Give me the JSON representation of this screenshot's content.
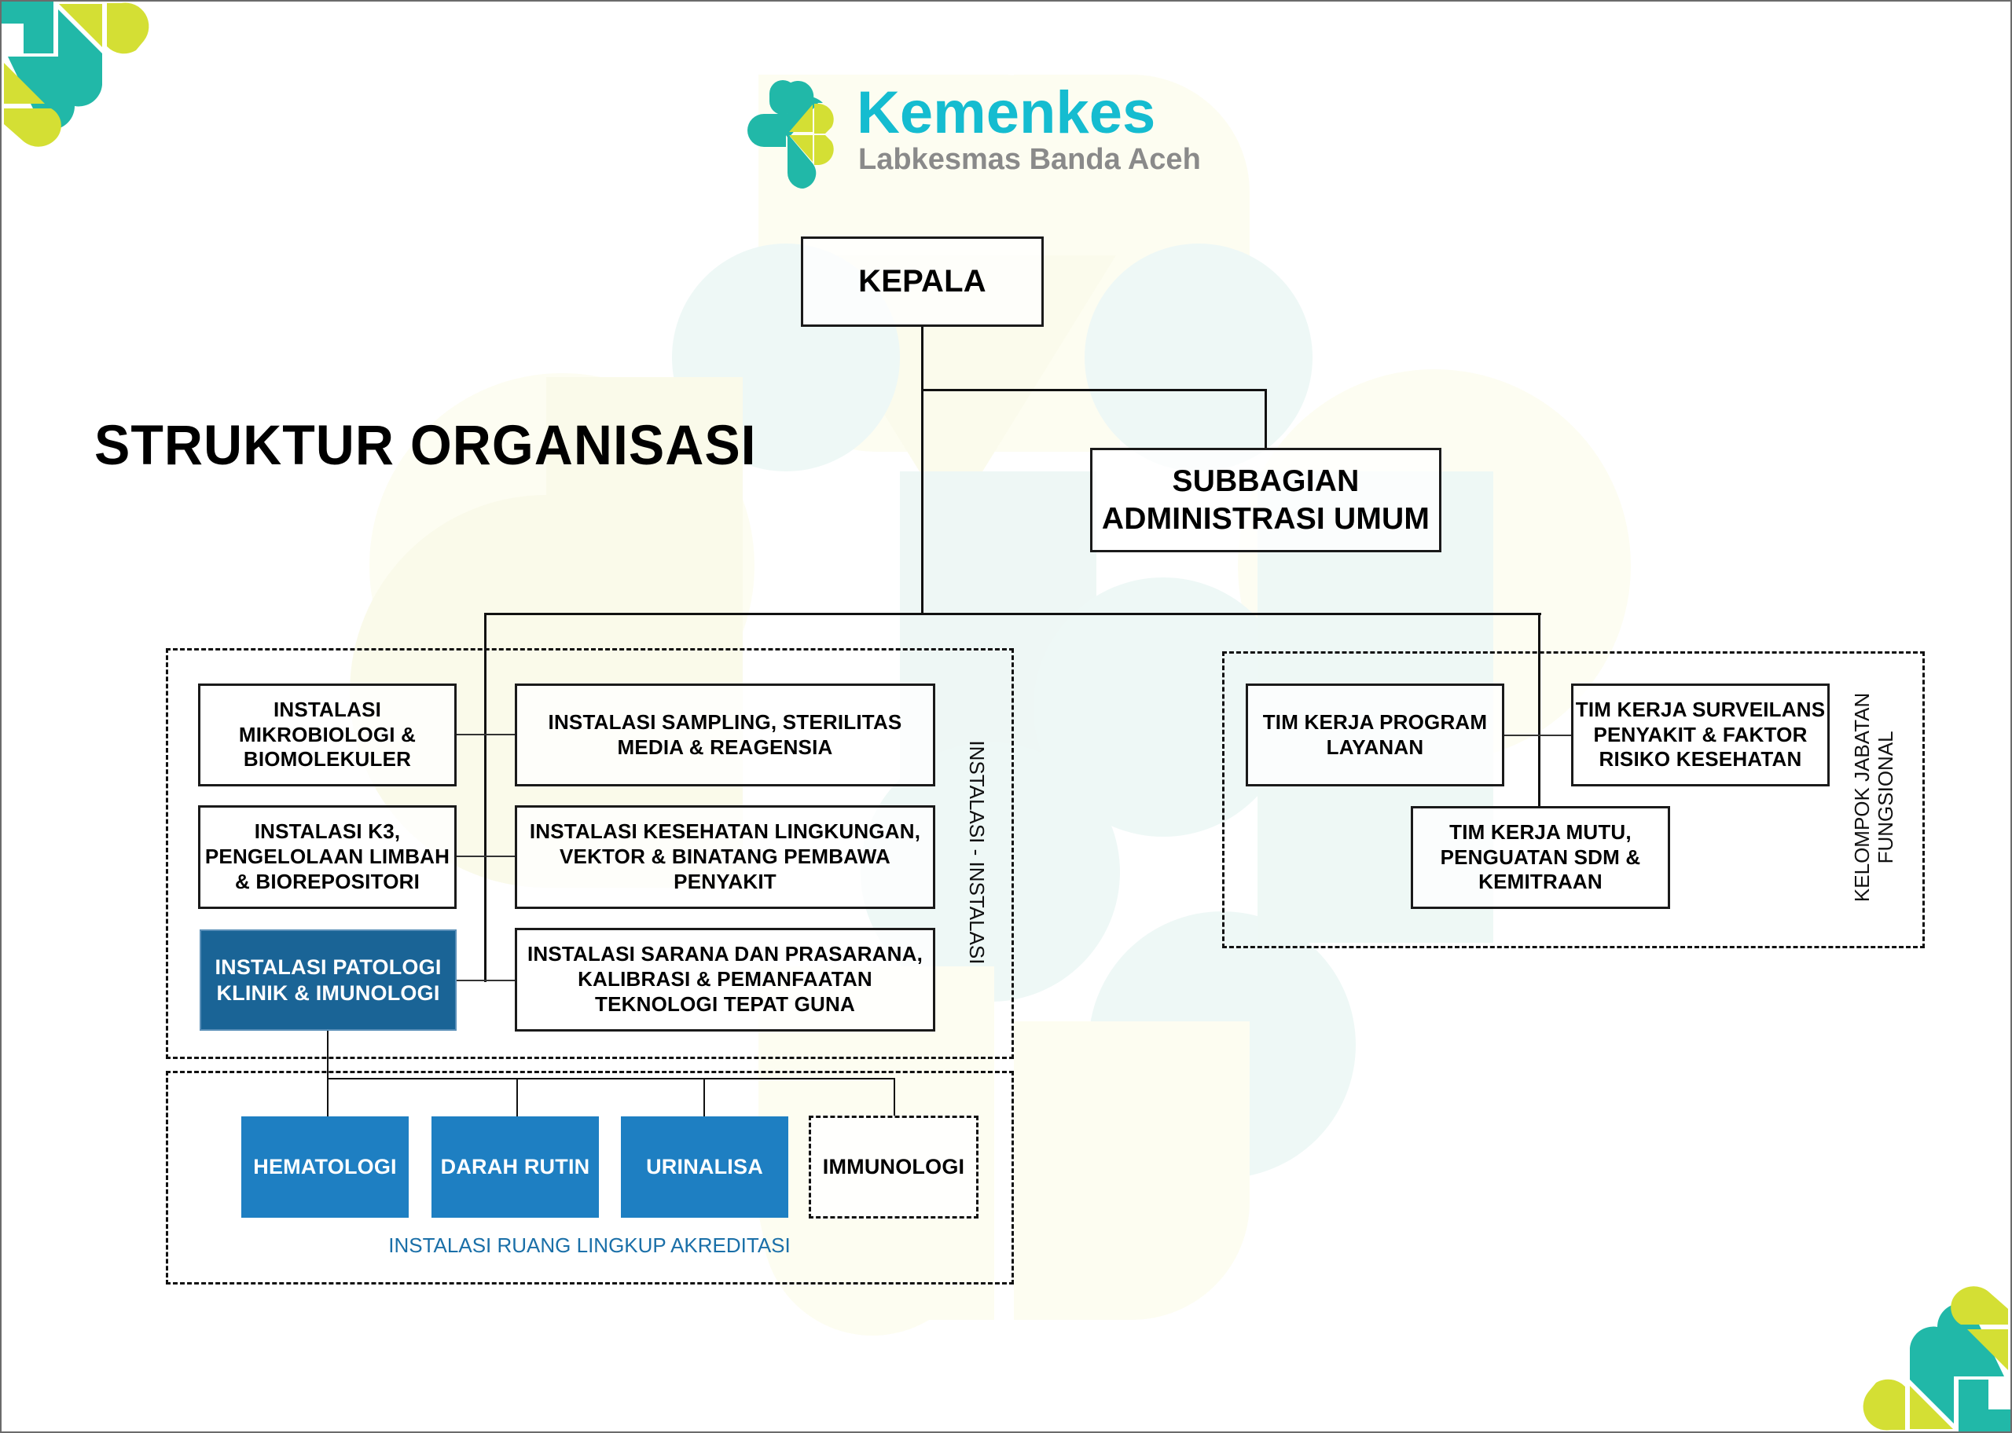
{
  "brand": {
    "name": "Kemenkes",
    "subtitle": "Labkesmas Banda Aceh",
    "colors": {
      "teal": "#21b8a8",
      "lime": "#d4df34",
      "cyan_text": "#15bcd0",
      "gray_text": "#8a8a8a"
    }
  },
  "page_title": "STRUKTUR ORGANISASI",
  "org": {
    "head": "KEPALA",
    "admin": "SUBBAGIAN\nADMINISTRASI UMUM",
    "installations_group_label": "INSTALASI - INSTALASI",
    "installations": [
      {
        "label": "INSTALASI\nMIKROBIOLOGI &\nBIOMOLEKULER"
      },
      {
        "label": "INSTALASI SAMPLING, STERILITAS\nMEDIA & REAGENSIA"
      },
      {
        "label": "INSTALASI K3,\nPENGELOLAAN LIMBAH\n& BIOREPOSITORI"
      },
      {
        "label": "INSTALASI KESEHATAN LINGKUNGAN,\nVEKTOR & BINATANG PEMBAWA\nPENYAKIT"
      },
      {
        "label": "INSTALASI PATOLOGI\nKLINIK & IMUNOLOGI",
        "highlight": "#1a6496"
      },
      {
        "label": "INSTALASI SARANA DAN PRASARANA,\nKALIBRASI & PEMANFAATAN\nTEKNOLOGI TEPAT GUNA"
      }
    ],
    "accreditation_scope": {
      "label": "INSTALASI RUANG LINGKUP AKREDITASI",
      "units": [
        {
          "label": "HEMATOLOGI",
          "style": "filled",
          "color": "#1e7fc2"
        },
        {
          "label": "DARAH RUTIN",
          "style": "filled",
          "color": "#1e7fc2"
        },
        {
          "label": "URINALISA",
          "style": "filled",
          "color": "#1e7fc2"
        },
        {
          "label": "IMMUNOLOGI",
          "style": "dashed"
        }
      ]
    },
    "functional_group_label": "KELOMPOK JABATAN\nFUNGSIONAL",
    "work_teams": [
      {
        "label": "TIM KERJA PROGRAM\nLAYANAN"
      },
      {
        "label": "TIM KERJA SURVEILANS\nPENYAKIT & FAKTOR\nRISIKO KESEHATAN"
      },
      {
        "label": "TIM KERJA MUTU,\nPENGUATAN SDM &\nKEMITRAAN"
      }
    ]
  }
}
